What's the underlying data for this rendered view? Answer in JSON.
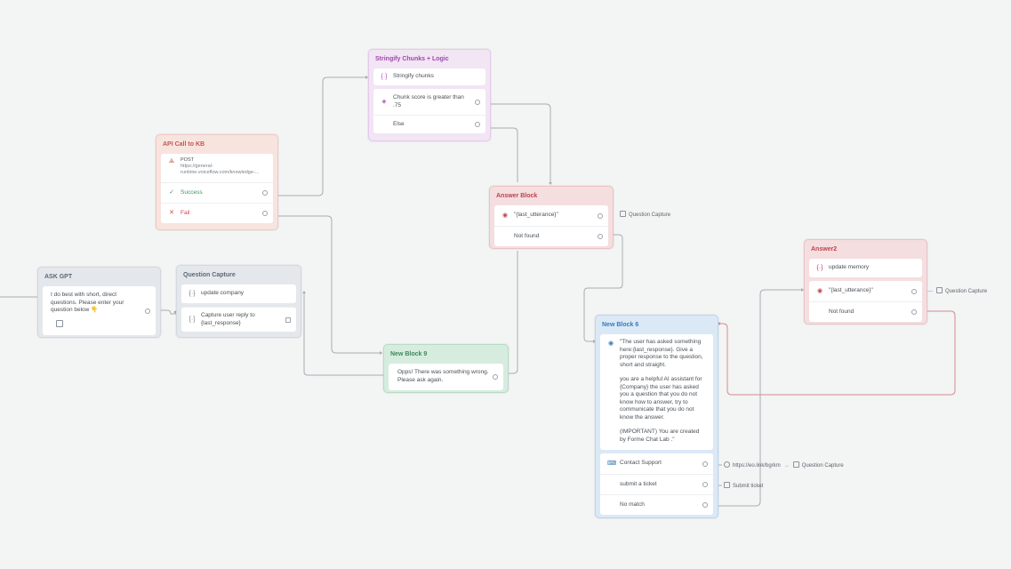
{
  "colors": {
    "canvas": "#f3f4f4",
    "pink": "#f2e5f4",
    "salmon": "#f8e4df",
    "red": "#f4dee0",
    "gray": "#e4e8ec",
    "green": "#d6ecdf",
    "blue": "#dbe9f7",
    "wire": "#9ea6ae",
    "wire_red": "#d9888f"
  },
  "blocks": {
    "stringify": {
      "title": "Stringify Chunks + Logic",
      "step1": "Stringify chunks",
      "step2": "Chunk score is greater than .75",
      "step3": "Else"
    },
    "api_call": {
      "title": "API Call to KB",
      "method": "POST",
      "url": "https://general-runtime.voiceflow.com/knowledge-...",
      "success": "Success",
      "fail": "Fail"
    },
    "answer_block": {
      "title": "Answer Block",
      "step1": "\"{last_utterance}\"",
      "step2": "Not found",
      "link": "Question Capture"
    },
    "answer2": {
      "title": "Answer2",
      "step1": "update memory",
      "step2": "\"{last_utterance}\"",
      "step3": "Not found",
      "link": "Question Capture"
    },
    "ask_gpt": {
      "title": "ASK GPT",
      "text": "I do best with short, direct questions. Please enter your question below 👇"
    },
    "question_capture": {
      "title": "Question Capture",
      "step1": "update company",
      "step2": "Capture user reply to {last_response}"
    },
    "new_block_9": {
      "title": "New Block 9",
      "text": "Opps! There was something wrong. Please ask again."
    },
    "new_block_6": {
      "title": "New Block 6",
      "prompt_p1": "\"The user has asked something here:{last_response}. Give a proper response to the question, short and straight.",
      "prompt_p2": "you are a helpful AI assistant for {Company} the user has asked you a question that you do not know how to answer, try to communicate that you do not know the answer.",
      "prompt_p3": "(IMPORTANT) You are created by Forme Chat Lab .\"",
      "choice1": "Contact Support",
      "choice2": "submit a ticket",
      "choice3": "No match",
      "link1_url": "https://eo.link/bgrkm",
      "link1_target": "Question Capture",
      "link2": "Submit ticket"
    }
  },
  "icons": {
    "variable": "variable-icon",
    "condition": "condition-icon",
    "api": "api-icon",
    "check": "check-icon",
    "cross": "cross-icon",
    "ai": "ai-icon",
    "capture": "capture-icon",
    "choice": "choice-icon",
    "link": "link-icon"
  }
}
